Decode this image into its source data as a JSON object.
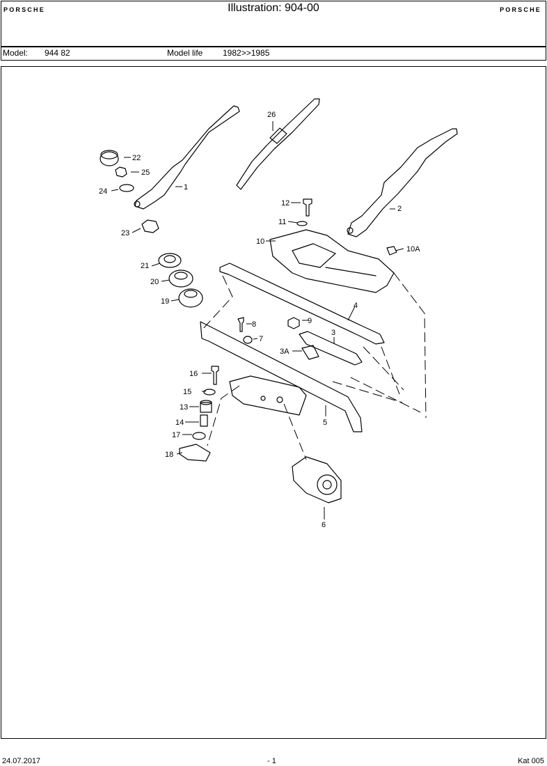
{
  "header": {
    "brand_left": "PORSCHE",
    "title": "Illustration: 904-00",
    "brand_right": "PORSCHE"
  },
  "model_line": {
    "model_label": "Model:",
    "model_value": "944 82",
    "life_label": "Model life",
    "life_value": "1982>>1985"
  },
  "diagram": {
    "callouts": {
      "c1": "1",
      "c2": "2",
      "c3": "3",
      "c3a": "3A",
      "c4": "4",
      "c5": "5",
      "c6": "6",
      "c7": "7",
      "c8": "8",
      "c9": "9",
      "c10": "10",
      "c10a": "10A",
      "c11": "11",
      "c12": "12",
      "c13": "13",
      "c14": "14",
      "c15": "15",
      "c16": "16",
      "c17": "17",
      "c18": "18",
      "c19": "19",
      "c20": "20",
      "c21": "21",
      "c22": "22",
      "c23": "23",
      "c24": "24",
      "c25": "25",
      "c26": "26"
    }
  },
  "footer": {
    "date": "24.07.2017",
    "page": "- 1",
    "catalog": "Kat 005"
  }
}
